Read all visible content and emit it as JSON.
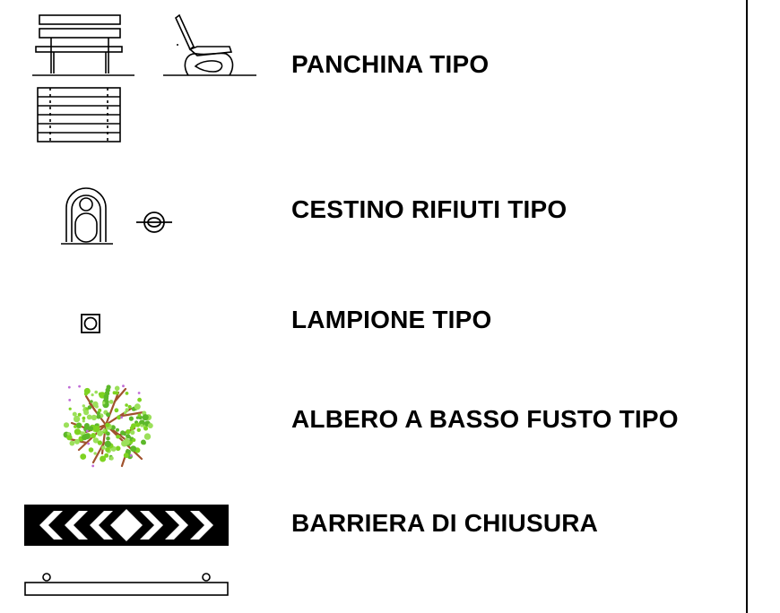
{
  "legend": {
    "items": [
      {
        "id": "bench",
        "label": "PANCHINA TIPO",
        "symbol": "bench-icon"
      },
      {
        "id": "bin",
        "label": "CESTINO RIFIUTI TIPO",
        "symbol": "waste-bin-icon"
      },
      {
        "id": "lamp",
        "label": "LAMPIONE TIPO",
        "symbol": "street-lamp-icon"
      },
      {
        "id": "tree",
        "label": "ALBERO A BASSO FUSTO TIPO",
        "symbol": "tree-icon"
      },
      {
        "id": "barrier",
        "label": "BARRIERA DI CHIUSURA",
        "symbol": "barrier-icon"
      }
    ]
  },
  "colors": {
    "line": "#000000",
    "background": "#ffffff",
    "foliage": "#7ed321",
    "branches": "#a0522d",
    "branch_tips": "#c06bd6"
  }
}
